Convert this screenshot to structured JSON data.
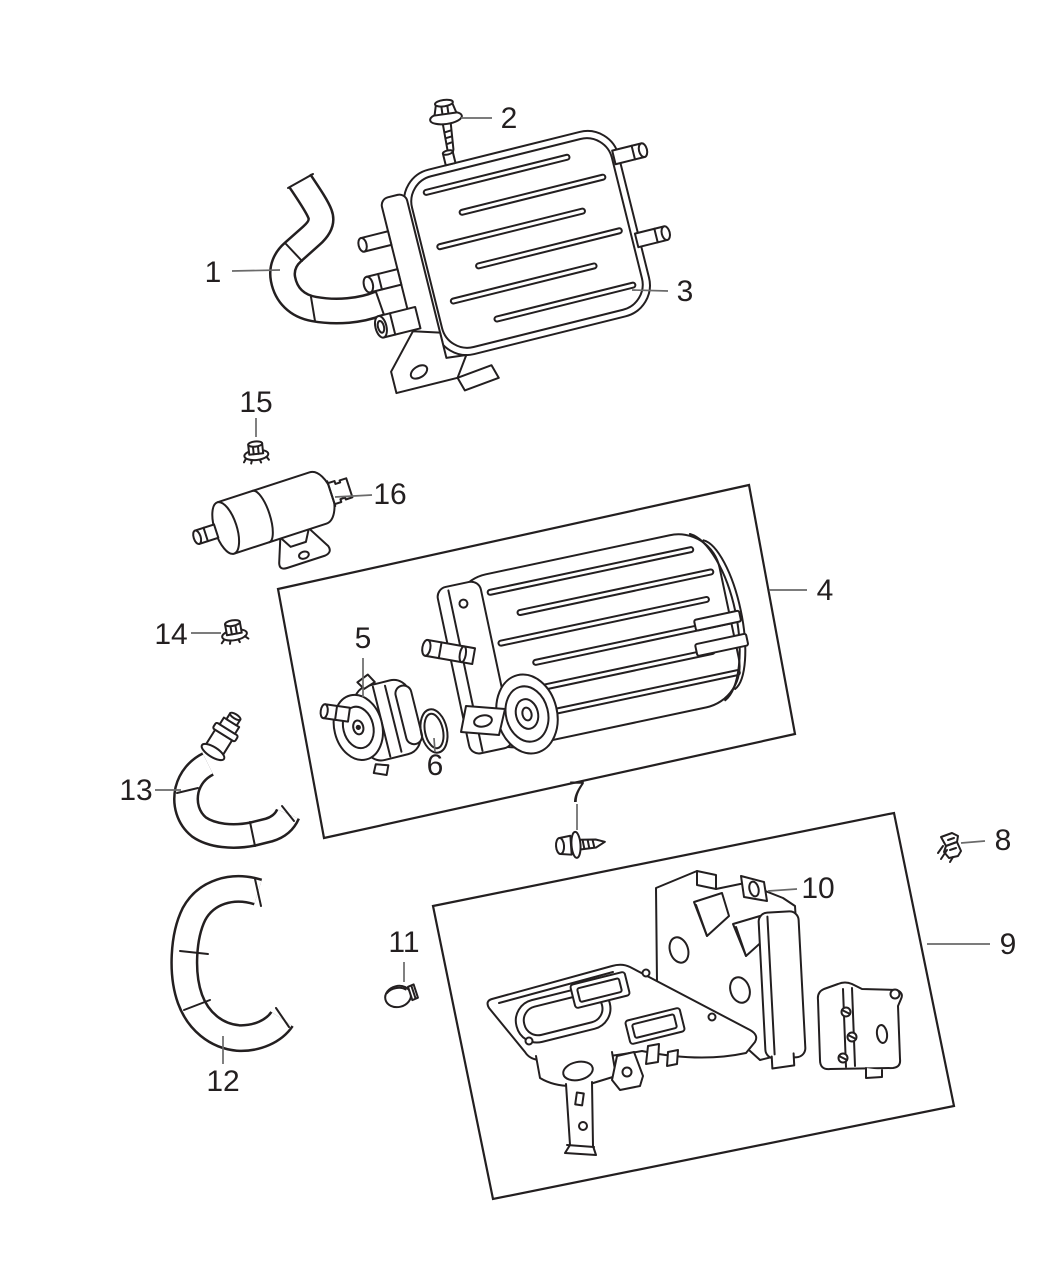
{
  "diagram": {
    "kind": "exploded-parts-line-drawing",
    "background_color": "#ffffff",
    "line_color": "#231f20",
    "leader_line_color": "#6a6a6a",
    "callouts": [
      {
        "label": "1",
        "part": "formed-vapor-hose-upper"
      },
      {
        "label": "2",
        "part": "hex-flange-head-screw"
      },
      {
        "label": "3",
        "part": "vapor-canister-upper"
      },
      {
        "label": "4",
        "part": "vapor-canister-assembly"
      },
      {
        "label": "5",
        "part": "leak-detection-pump"
      },
      {
        "label": "6",
        "part": "o-ring-seal"
      },
      {
        "label": "7",
        "part": "hex-flange-head-screw-lower"
      },
      {
        "label": "8",
        "part": "retaining-clip"
      },
      {
        "label": "9",
        "part": "canister-mounting-bracket-assembly"
      },
      {
        "label": "10",
        "part": "support-bracket"
      },
      {
        "label": "11",
        "part": "cap-plug"
      },
      {
        "label": "12",
        "part": "formed-vapor-hose-lower"
      },
      {
        "label": "13",
        "part": "elbow-hose-with-connector"
      },
      {
        "label": "14",
        "part": "hex-flange-nut"
      },
      {
        "label": "15",
        "part": "hex-flange-nut-small"
      },
      {
        "label": "16",
        "part": "fresh-air-filter"
      }
    ]
  }
}
